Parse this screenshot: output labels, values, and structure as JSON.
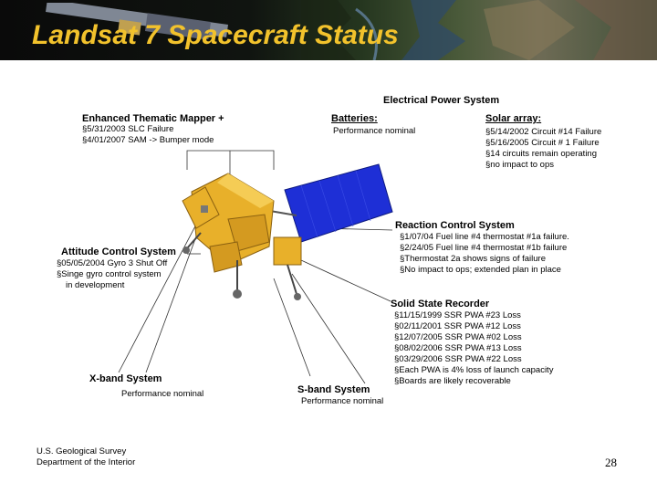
{
  "title": "Landsat 7 Spacecraft Status",
  "eps": {
    "header": "Electrical Power System"
  },
  "etm": {
    "header": "Enhanced Thematic Mapper +",
    "items": [
      "5/31/2003 SLC Failure",
      "4/01/2007 SAM -> Bumper mode"
    ]
  },
  "batteries": {
    "header": "Batteries:",
    "status": "Performance nominal"
  },
  "solar": {
    "header": "Solar array:",
    "items": [
      "5/14/2002 Circuit #14 Failure",
      "5/16/2005 Circuit # 1 Failure",
      "14 circuits remain operating",
      "no impact to ops"
    ]
  },
  "rcs": {
    "header": "Reaction Control System",
    "items": [
      "1/07/04 Fuel line #4 thermostat #1a failure.",
      "2/24/05 Fuel line #4 thermostat #1b failure",
      "Thermostat 2a shows signs of failure",
      "No impact to ops; extended plan in place"
    ]
  },
  "acs": {
    "header": "Attitude Control System",
    "items": [
      "05/05/2004 Gyro 3 Shut Off",
      "Singe gyro control system"
    ],
    "continuation": "in development"
  },
  "ssr": {
    "header": "Solid State Recorder",
    "items": [
      "11/15/1999 SSR PWA #23 Loss",
      "02/11/2001 SSR PWA #12 Loss",
      "12/07/2005 SSR PWA #02 Loss",
      "08/02/2006 SSR PWA #13 Loss",
      "03/29/2006 SSR PWA #22 Loss",
      "Each PWA is 4% loss of launch capacity",
      "Boards are likely recoverable"
    ]
  },
  "xband": {
    "header": "X-band System",
    "status": "Performance nominal"
  },
  "sband": {
    "header": "S-band System",
    "status": "Performance nominal"
  },
  "footer": {
    "line1": "U.S. Geological Survey",
    "line2": "Department of the Interior"
  },
  "page_number": "28",
  "bullet": "§",
  "colors": {
    "title": "#f2c22c",
    "panel": "#1e2fd6",
    "body": "#e8b02a"
  }
}
